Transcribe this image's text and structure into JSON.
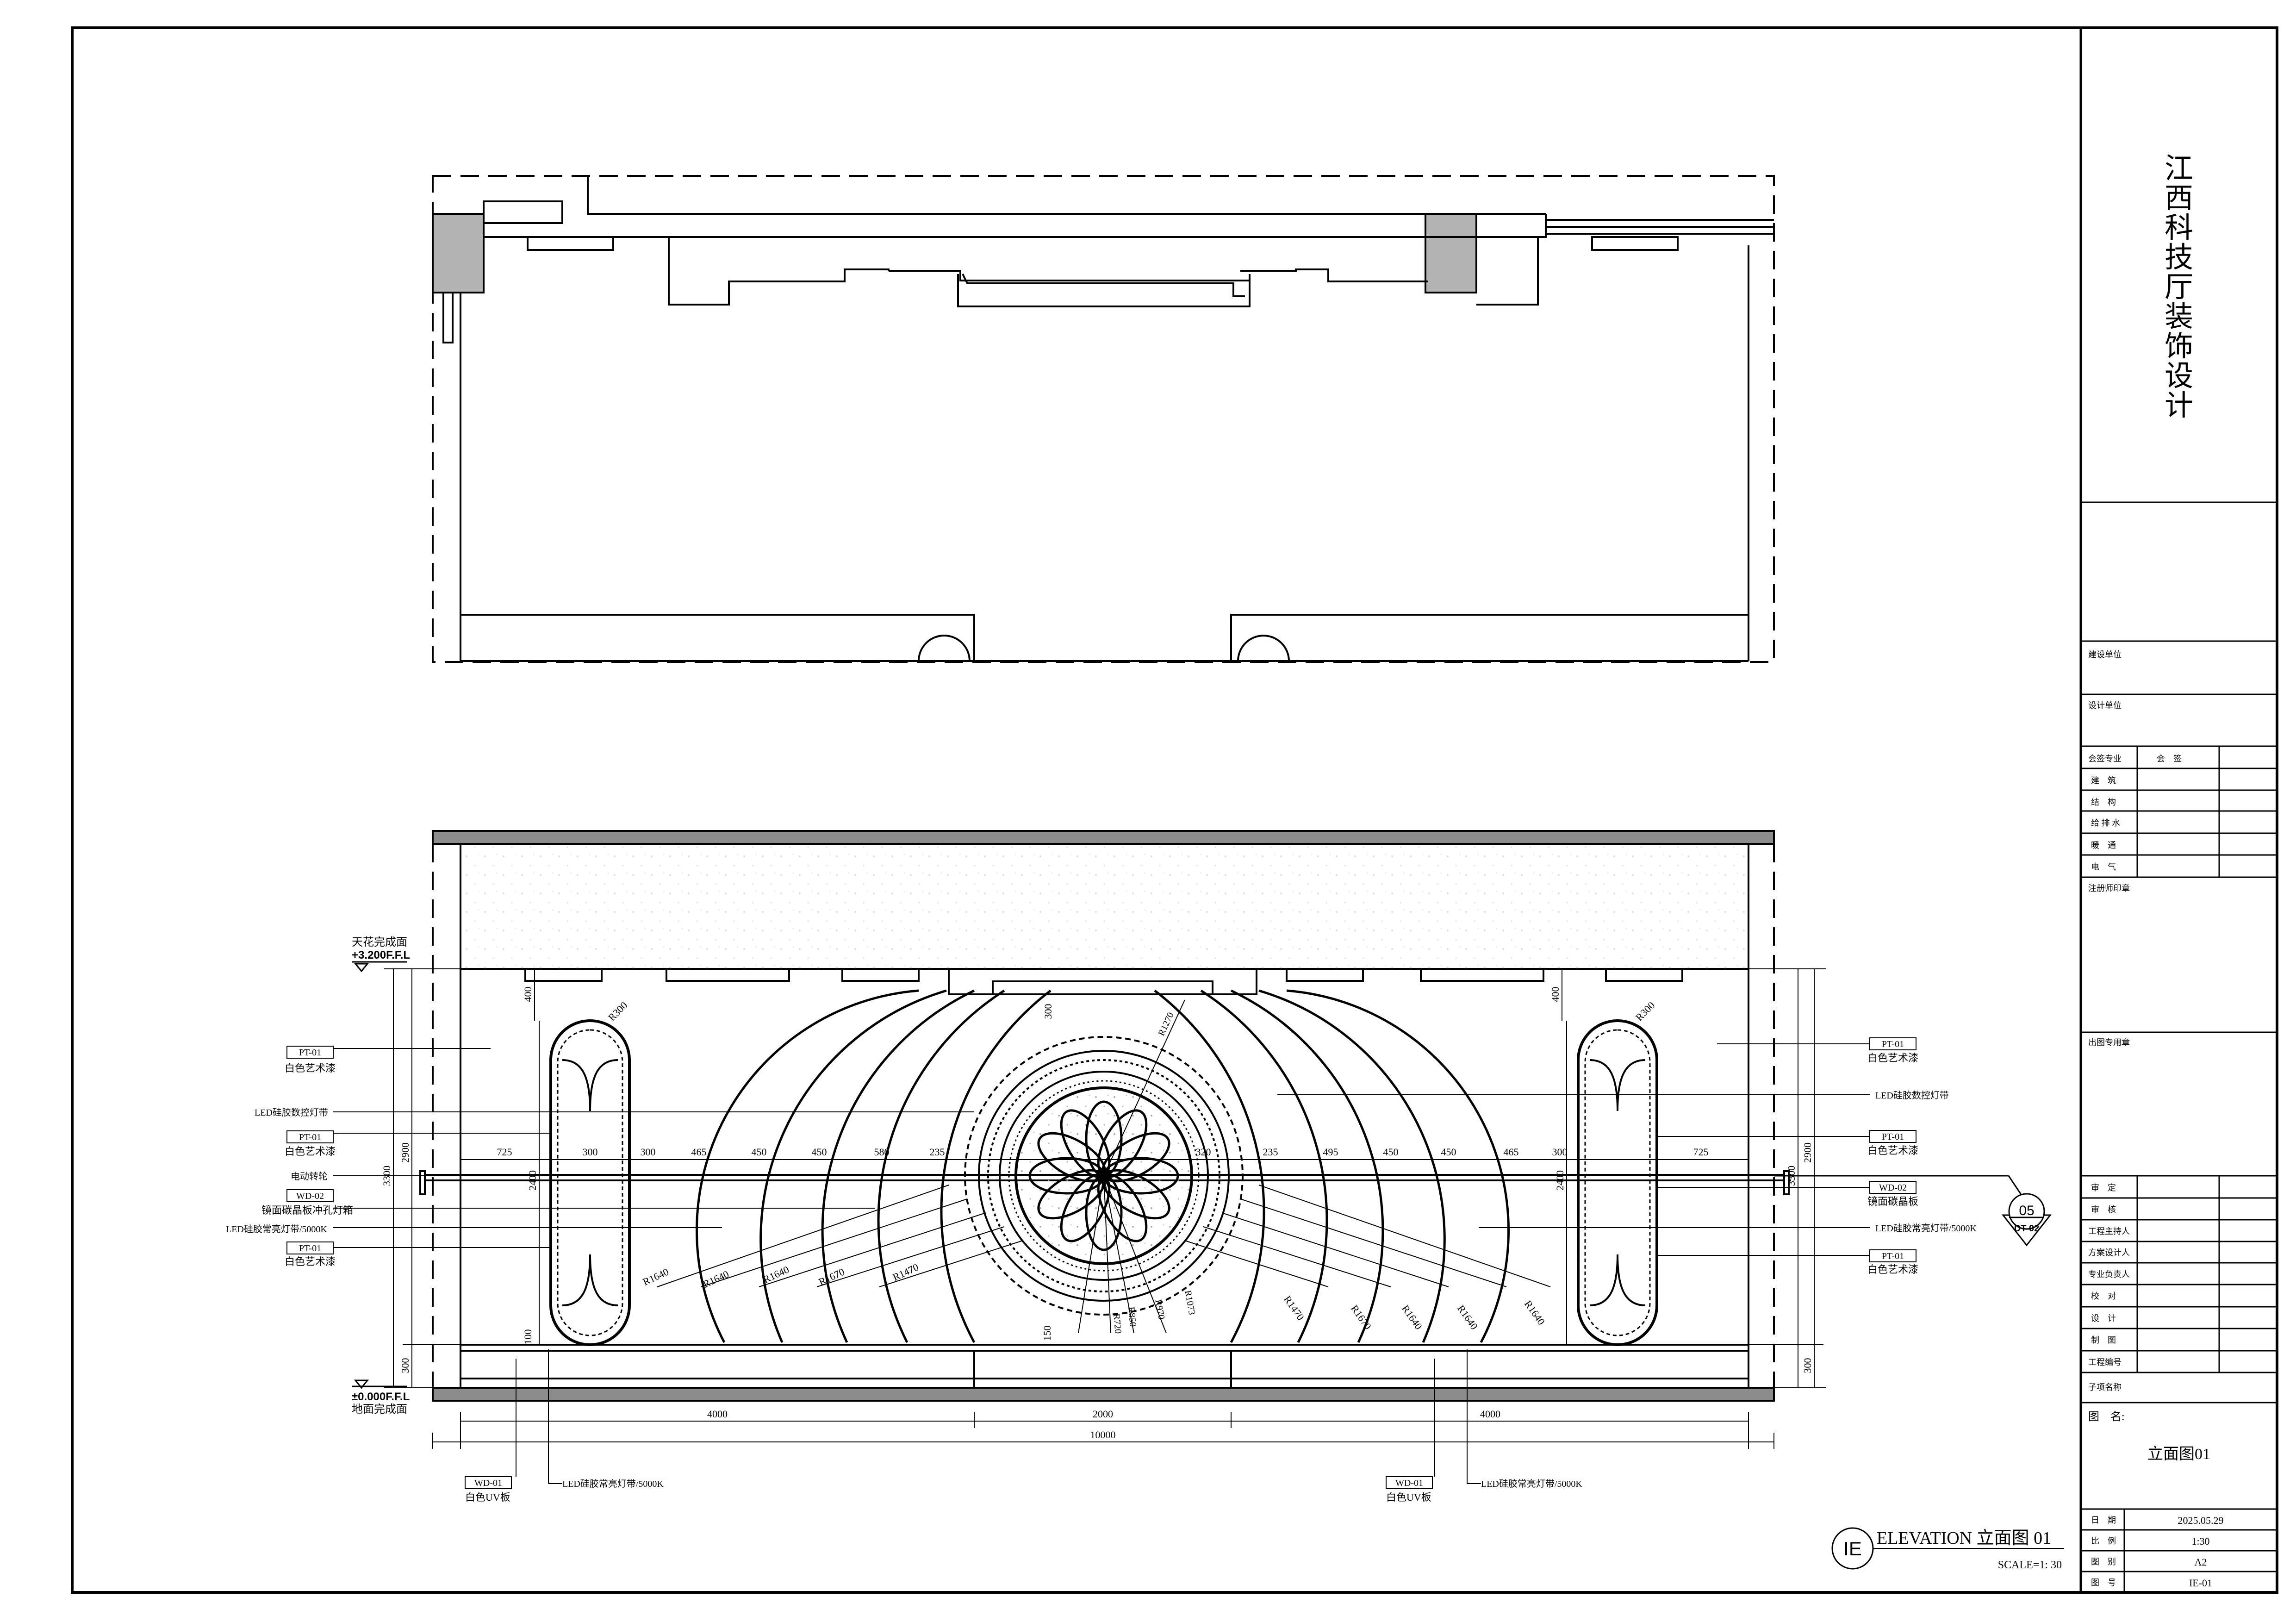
{
  "title_block": {
    "project_name": "江西科技厅装饰设计",
    "client_label": "建设单位",
    "designer_label": "设计单位",
    "sign_header": [
      "会签专业",
      "会　签"
    ],
    "disciplines": [
      "建　筑",
      "结　构",
      "给 排 水",
      "暖　通",
      "电　气"
    ],
    "registered_seal_label": "注册师印章",
    "drawing_seal_label": "出图专用章",
    "roles": [
      "审　定",
      "审　核",
      "工程主持人",
      "方案设计人",
      "专业负责人",
      "校　对",
      "设　计",
      "制　图",
      "工程编号",
      "子项名称"
    ],
    "drawing_name_label": "图　名:",
    "drawing_name": "立面图01",
    "info": [
      {
        "label": "日　期",
        "value": "2025.05.29"
      },
      {
        "label": "比　例",
        "value": "1:30"
      },
      {
        "label": "图　别",
        "value": "A2"
      },
      {
        "label": "图　号",
        "value": "IE-01"
      }
    ]
  },
  "drawing_tag": {
    "code": "IE",
    "title": "ELEVATION  立面图 01",
    "scale": "SCALE=1: 30"
  },
  "levels": {
    "ceiling_label": "天花完成面",
    "ceiling_value": "+3.200F.F.L",
    "floor_value": "±0.000F.F.L",
    "floor_label": "地面完成面"
  },
  "left_callouts": [
    {
      "code": "PT-01",
      "desc": "白色艺术漆"
    },
    {
      "code": "",
      "desc": "LED硅胶数控灯带"
    },
    {
      "code": "PT-01",
      "desc": "白色艺术漆"
    },
    {
      "code": "",
      "desc": "电动转轮"
    },
    {
      "code": "WD-02",
      "desc": "镜面碳晶板冲孔灯箱"
    },
    {
      "code": "",
      "desc": "LED硅胶常亮灯带/5000K"
    },
    {
      "code": "PT-01",
      "desc": "白色艺术漆"
    }
  ],
  "right_callouts": [
    {
      "code": "PT-01",
      "desc": "白色艺术漆"
    },
    {
      "code": "",
      "desc": "LED硅胶数控灯带"
    },
    {
      "code": "PT-01",
      "desc": "白色艺术漆"
    },
    {
      "code": "WD-02",
      "desc": "镜面碳晶板"
    },
    {
      "code": "",
      "desc": "LED硅胶常亮灯带/5000K"
    },
    {
      "code": "PT-01",
      "desc": "白色艺术漆"
    }
  ],
  "bottom_callouts": [
    {
      "code": "WD-01",
      "desc": "白色UV板",
      "led": "LED硅胶常亮灯带/5000K"
    },
    {
      "code": "WD-01",
      "desc": "白色UV板",
      "led": "LED硅胶常亮灯带/5000K"
    }
  ],
  "section_marker": {
    "number": "05",
    "ref": "DT-02"
  },
  "dims": {
    "horizontal_row": [
      "725",
      "300",
      "300",
      "465",
      "450",
      "450",
      "580",
      "235",
      "320",
      "235",
      "495",
      "450",
      "450",
      "465",
      "300",
      "725"
    ],
    "bottom_row": [
      "4000",
      "2000",
      "4000"
    ],
    "overall": "10000",
    "left_vertical": [
      "3300",
      "2900",
      "300"
    ],
    "right_vertical": [
      "3300",
      "2900",
      "300"
    ],
    "oval_height": "2400",
    "oval_top": "400",
    "oval_radius": "R300",
    "oval_bottom": "100",
    "center_top": "300",
    "center_bottom": "150",
    "radii_left": [
      "R1640",
      "R1640",
      "R1640",
      "R1670",
      "R1470"
    ],
    "radii_right": [
      "R1470",
      "R1670",
      "R1640",
      "R1640",
      "R1640"
    ],
    "radii_center": [
      "R1270",
      "R1073",
      "R970",
      "R850",
      "R720"
    ]
  }
}
